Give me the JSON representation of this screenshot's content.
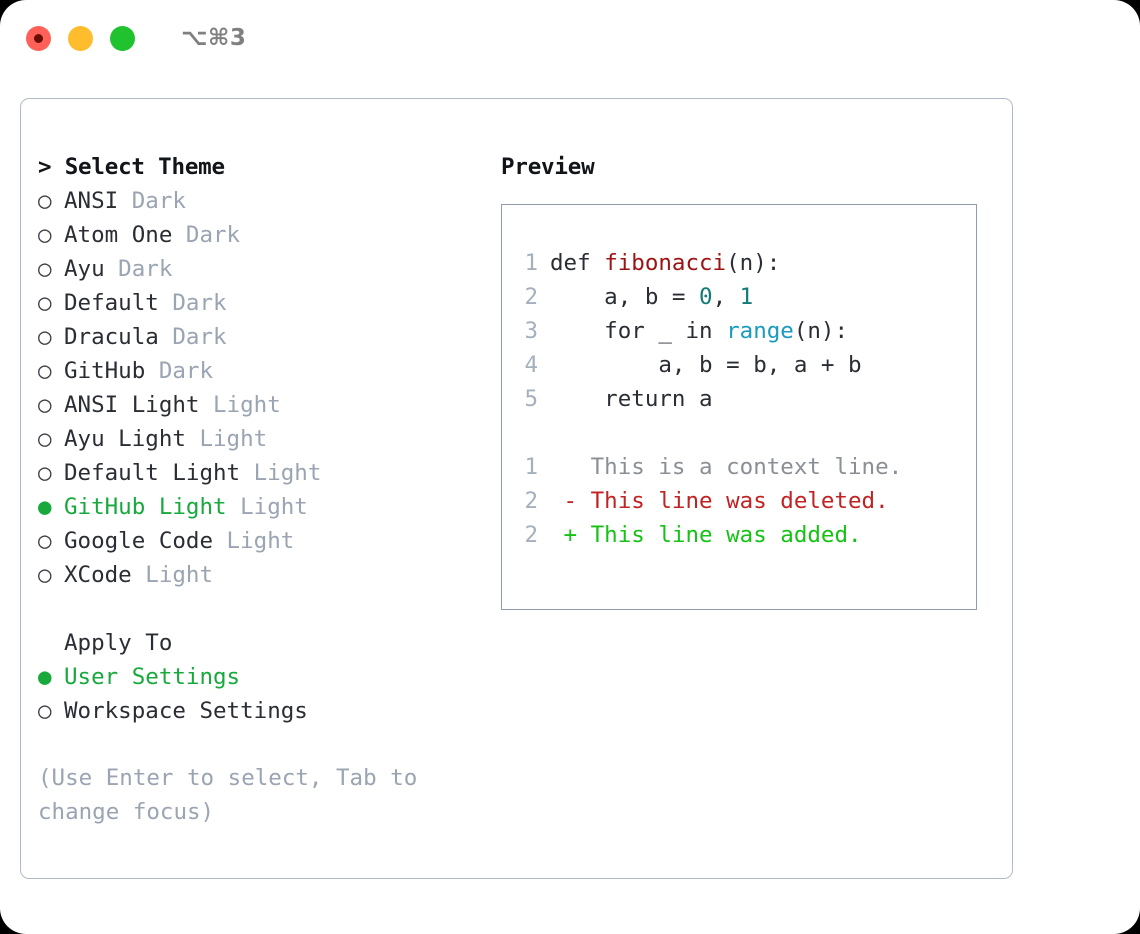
{
  "titlebar": {
    "shortcut": "⌥⌘3",
    "lights": [
      "close-red",
      "minimize-yellow",
      "zoom-green"
    ]
  },
  "theme_selector": {
    "heading": "Select Theme",
    "heading_prefix": "> ",
    "marker_unselected": "○",
    "marker_selected": "●",
    "items": [
      {
        "name": "ANSI",
        "variant": "Dark",
        "selected": false
      },
      {
        "name": "Atom One",
        "variant": "Dark",
        "selected": false
      },
      {
        "name": "Ayu",
        "variant": "Dark",
        "selected": false
      },
      {
        "name": "Default",
        "variant": "Dark",
        "selected": false
      },
      {
        "name": "Dracula",
        "variant": "Dark",
        "selected": false
      },
      {
        "name": "GitHub",
        "variant": "Dark",
        "selected": false
      },
      {
        "name": "ANSI Light",
        "variant": "Light",
        "selected": false
      },
      {
        "name": "Ayu Light",
        "variant": "Light",
        "selected": false
      },
      {
        "name": "Default Light",
        "variant": "Light",
        "selected": false
      },
      {
        "name": "GitHub Light",
        "variant": "Light",
        "selected": true
      },
      {
        "name": "Google Code",
        "variant": "Light",
        "selected": false
      },
      {
        "name": "XCode",
        "variant": "Light",
        "selected": false
      }
    ]
  },
  "apply_to": {
    "heading": "Apply To",
    "items": [
      {
        "name": "User Settings",
        "selected": true
      },
      {
        "name": "Workspace Settings",
        "selected": false
      }
    ]
  },
  "hint": "(Use Enter to select, Tab to change focus)",
  "preview": {
    "title": "Preview",
    "code_lines": [
      {
        "num": "1",
        "tokens": [
          {
            "t": "def ",
            "c": "plain"
          },
          {
            "t": "fibonacci",
            "c": "fn"
          },
          {
            "t": "(n):",
            "c": "plain"
          }
        ]
      },
      {
        "num": "2",
        "tokens": [
          {
            "t": "    a, b = ",
            "c": "plain"
          },
          {
            "t": "0",
            "c": "num"
          },
          {
            "t": ", ",
            "c": "plain"
          },
          {
            "t": "1",
            "c": "num"
          }
        ]
      },
      {
        "num": "3",
        "tokens": [
          {
            "t": "    for _ in ",
            "c": "plain"
          },
          {
            "t": "range",
            "c": "bi"
          },
          {
            "t": "(n):",
            "c": "plain"
          }
        ]
      },
      {
        "num": "4",
        "tokens": [
          {
            "t": "        a, b = b, a + b",
            "c": "plain"
          }
        ]
      },
      {
        "num": "5",
        "tokens": [
          {
            "t": "    return a",
            "c": "plain"
          }
        ]
      }
    ],
    "diff_lines": [
      {
        "num": "1",
        "sign": " ",
        "text": "This is a context line.",
        "kind": "ctx"
      },
      {
        "num": "2",
        "sign": "-",
        "text": "This line was deleted.",
        "kind": "del"
      },
      {
        "num": "2",
        "sign": "+",
        "text": "This line was added.",
        "kind": "add"
      }
    ]
  },
  "colors": {
    "accent_green": "#17a93c",
    "diff_add": "#15c215",
    "diff_del": "#c22222",
    "function_red": "#9c1313",
    "number_teal": "#0f7b74",
    "builtin_blue": "#1a9bbd",
    "muted_gray": "#9aa4b2",
    "panel_border": "#b0bac7",
    "code_border": "#8e9cad"
  }
}
